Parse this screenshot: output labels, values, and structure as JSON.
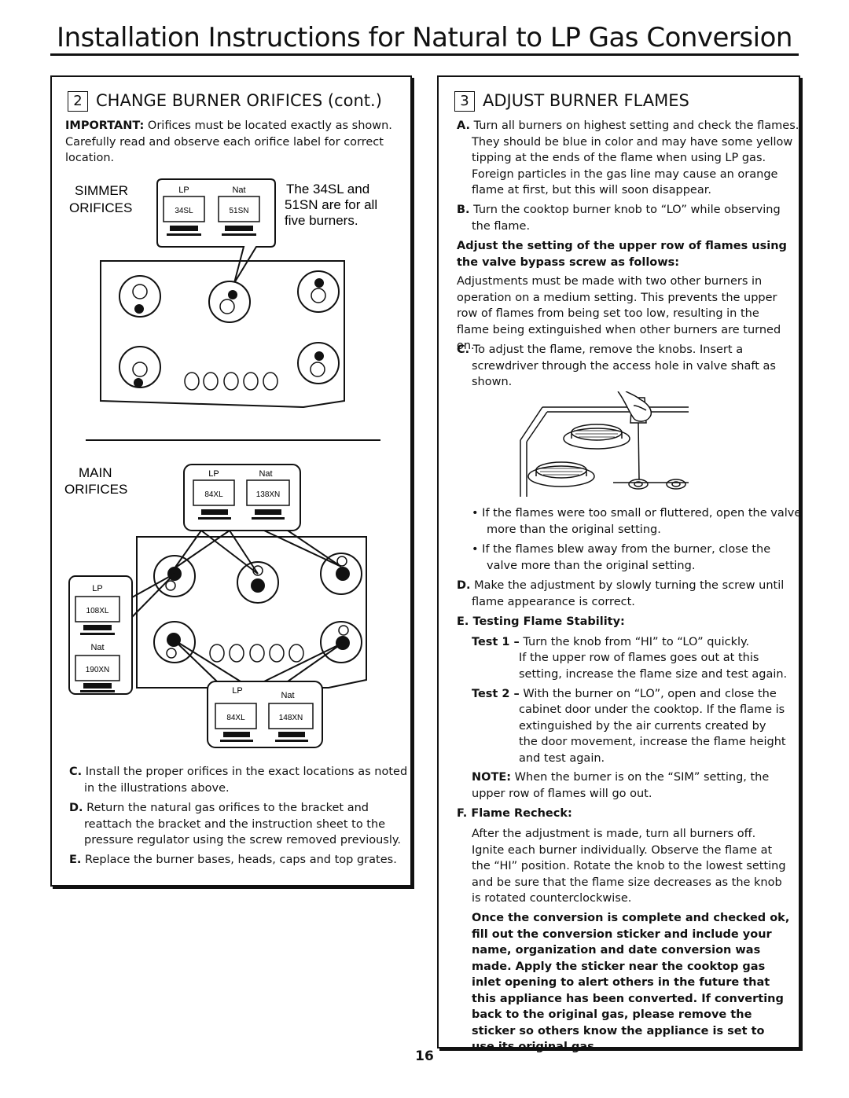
{
  "title": "Installation Instructions for Natural to LP Gas Conversion",
  "page_number": "16",
  "left": {
    "step_number": "2",
    "heading": "CHANGE BURNER ORIFICES (cont.)",
    "important_label": "IMPORTANT:",
    "important_text": "Orifices must be located exactly as shown. Carefully read and observe each orifice label for correct location.",
    "simmer": {
      "label_line1": "SIMMER",
      "label_line2": "ORIFICES",
      "lp": "LP",
      "nat": "Nat",
      "lp_code": "34SL",
      "nat_code": "51SN",
      "note_line1": "The 34SL and",
      "note_line2": "51SN are for all",
      "note_line3": "five burners."
    },
    "main": {
      "label_line1": "MAIN",
      "label_line2": "ORIFICES",
      "top_lp": "LP",
      "top_nat": "Nat",
      "top_lp_code": "84XL",
      "top_nat_code": "138XN",
      "side_lp": "LP",
      "side_lp_code": "108XL",
      "side_nat": "Nat",
      "side_nat_code": "190XN",
      "bottom_lp": "LP",
      "bottom_nat": "Nat",
      "bottom_lp_code": "84XL",
      "bottom_nat_code": "148XN"
    },
    "steps": [
      {
        "letter": "C.",
        "text": "Install the proper orifices in the exact locations as noted in the illustrations above."
      },
      {
        "letter": "D.",
        "text": "Return the natural gas orifices to the bracket and reattach the bracket and the instruction sheet to the pressure regulator using the screw removed previously."
      },
      {
        "letter": "E.",
        "text": "Replace the burner bases, heads, caps and top grates."
      }
    ]
  },
  "right": {
    "step_number": "3",
    "heading": "ADJUST BURNER FLAMES",
    "step_a_letter": "A.",
    "step_a": "Turn all burners on highest setting and check the flames. They should be blue in color and may have some yellow tipping at the ends of the flame when using LP gas. Foreign particles in the gas line may cause an orange flame at first, but this will soon disappear.",
    "step_b_letter": "B.",
    "step_b": "Turn the cooktop burner knob to “LO” while observing the flame.",
    "adjust_heading": "Adjust the setting of the upper row of flames using the valve bypass screw as follows:",
    "adjust_para": "Adjustments must be made with two other burners in operation on a medium setting. This prevents the upper row of flames from being set too low, resulting in the flame being extinguished when other burners are turned on.",
    "step_c_letter": "C.",
    "step_c": "To adjust the flame, remove the knobs. Insert a screwdriver through the access hole in valve shaft as shown.",
    "bullet_1": "If the flames were too small or fluttered, open the valve more than the original setting.",
    "bullet_2": "If the flames blew away from the burner, close the valve more than the original setting.",
    "step_d_letter": "D.",
    "step_d": "Make the adjustment by slowly turning the screw until flame appearance is correct.",
    "step_e_letter": "E.",
    "step_e_heading": "Testing Flame Stability:",
    "test1_label": "Test 1 –",
    "test1_line1": "Turn the knob from “HI” to “LO” quickly.",
    "test1_rest": "If the upper row of flames goes out at this setting, increase the flame size and test again.",
    "test2_label": "Test 2 –",
    "test2_line1": "With the burner on “LO”, open and close the",
    "test2_rest": "cabinet door under the cooktop. If the flame is extinguished by the air currents created by the door movement, increase the flame height and test again.",
    "note_label": "NOTE:",
    "note_text": "When the burner is on the “SIM” setting, the upper row of flames will go out.",
    "step_f_letter": "F.",
    "step_f_heading": "Flame Recheck:",
    "recheck_text": "After the adjustment is made, turn all burners off. Ignite each burner individually. Observe the flame at the “HI” position. Rotate the knob to the lowest setting and be sure that the flame size decreases as the knob is rotated counterclockwise.",
    "final_note": "Once the conversion is complete and checked ok, fill out the conversion sticker and include your name, organization and date conversion was made. Apply the sticker near the cooktop gas inlet opening to alert others in the future that this appliance has been converted. If converting back to the original gas, please remove the sticker so others know the appliance is set to use its original gas."
  }
}
